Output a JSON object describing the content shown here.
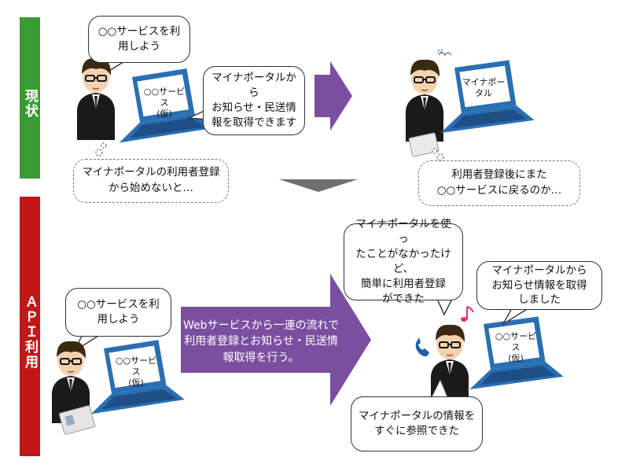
{
  "colors": {
    "current_bar": "#3a9a35",
    "api_bar": "#c01818",
    "arrow_purple": "#7b4fa0",
    "laptop_blue": "#2a6fb3",
    "arrow_gray": "#707070"
  },
  "sidebar": {
    "current": "現状",
    "api": "ＡＰＩ利用"
  },
  "current": {
    "bubble_use": "○○サービスを利\n用しよう",
    "screen_service": "○○サービス\n(仮)",
    "bubble_info": "マイナポータルから\nお知らせ・民送情\n報を取得できます",
    "thought_register": "マイナポータルの利用者登録\nから始めないと…",
    "screen_portal": "マイナポータル",
    "thought_return": "利用者登録後にまた\n○○サービスに戻るのか…",
    "zzz_icon": "sleep-icon"
  },
  "api": {
    "bubble_use": "○○サービスを利\n用しよう",
    "screen_service_left": "○○サービス\n(仮)",
    "arrow_text": "Webサービスから一連の流れで\n利用者登録とお知らせ・民送情\n報取得を行う。",
    "bubble_easy": "マイナポータルを使っ\nたことがなかったけど、\n簡単に利用者登録\nができた",
    "bubble_got": "マイナポータルから\nお知らせ情報を取得\nしました",
    "screen_service_right": "○○サービス\n(仮)",
    "bubble_refer": "マイナポータルの情報を\nすぐに参照できた",
    "music_icon": "music-note-icon",
    "phone_icon": "phone-icon"
  }
}
